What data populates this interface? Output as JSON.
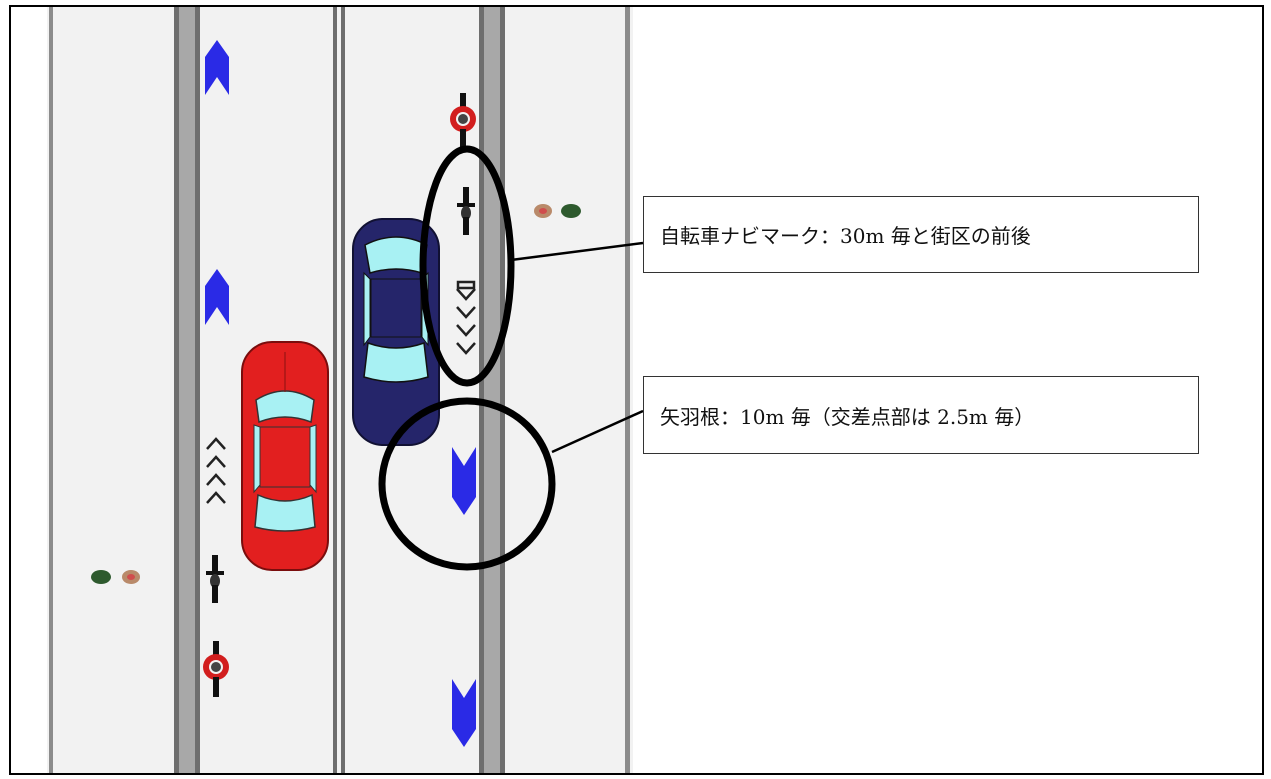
{
  "callouts": {
    "navi_mark": "自転車ナビマーク：30m 毎と街区の前後",
    "arrow_feather": "矢羽根：10m 毎（交差点部は 2.5m 毎）"
  },
  "colors": {
    "road": "#f2f2f2",
    "lane_separator": "#a0a0a0",
    "arrow_blue": "#2a2ae6",
    "car_red": "#e21f1f",
    "car_navy": "#25256a",
    "window_cyan": "#a8f1f3"
  },
  "icons": [
    "blue-arrow-icon",
    "bicycle-icon",
    "car-icon",
    "chevron-icon",
    "pedestrian-icon",
    "callout-circle"
  ]
}
